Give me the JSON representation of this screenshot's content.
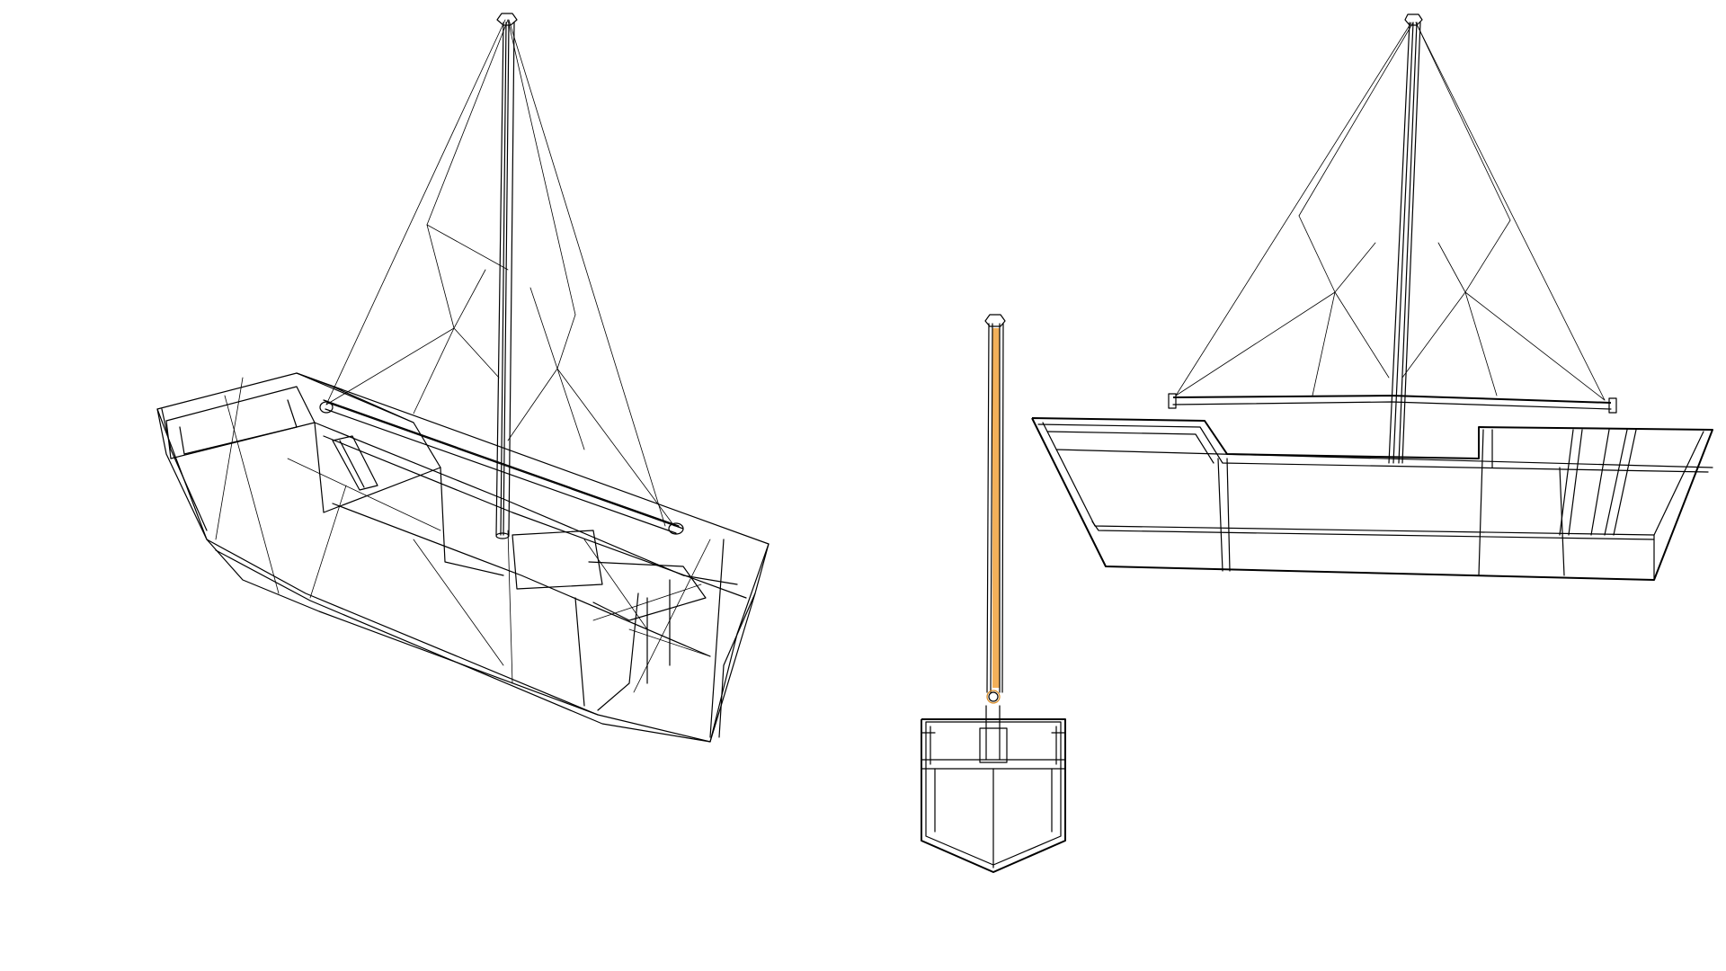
{
  "scene": {
    "background": "#ffffff",
    "wire_color": "#000000",
    "selection_color": "#f2b05a",
    "views": [
      {
        "id": "perspective",
        "subject": "sailboat"
      },
      {
        "id": "front",
        "subject": "sailboat",
        "selected_part": "mast"
      },
      {
        "id": "side",
        "subject": "sailboat"
      }
    ]
  }
}
